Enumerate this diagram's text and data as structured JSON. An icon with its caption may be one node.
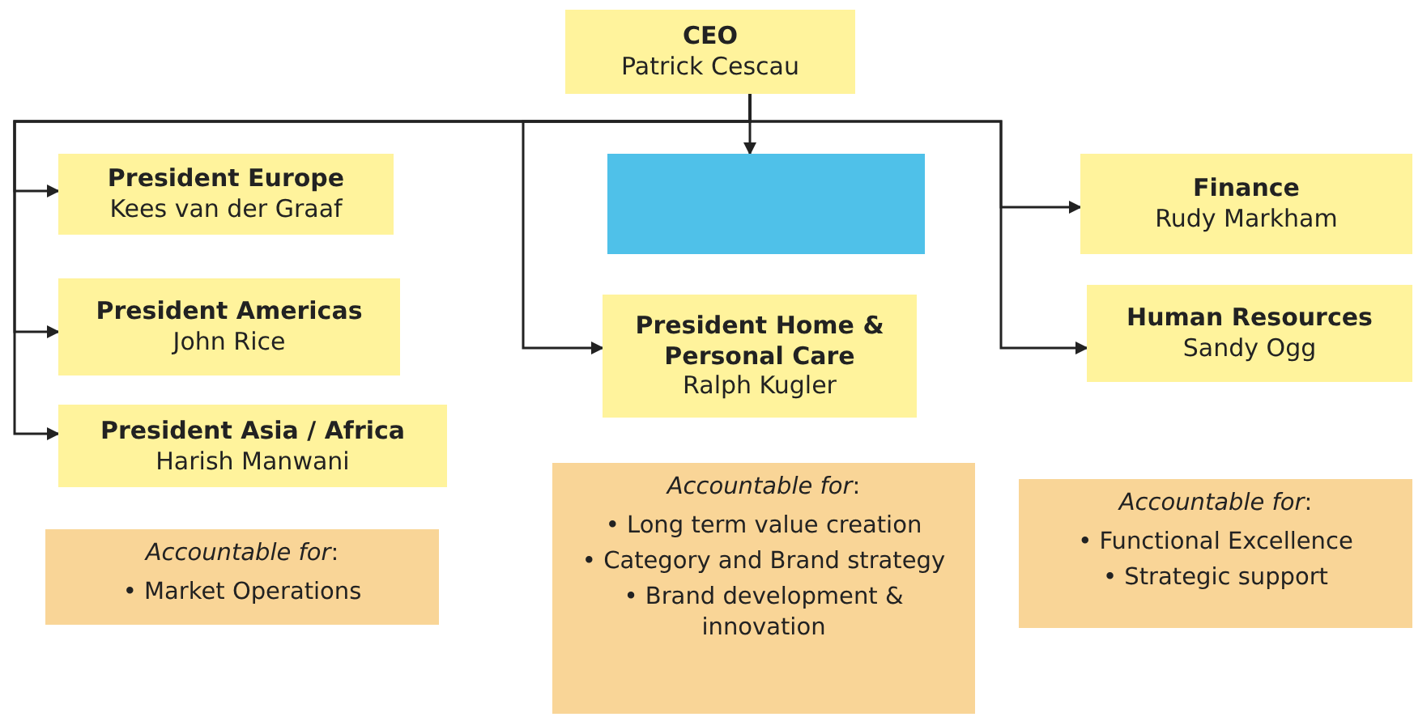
{
  "diagram": {
    "nodes": [
      {
        "text": [
          "CEO",
          "Patrick Cescau"
        ]
      },
      {
        "text": [
          "President Europe",
          "Kees van der Graaf"
        ]
      },
      {
        "text": [
          "President Americas",
          "John Rice"
        ]
      },
      {
        "text": [
          "President Asia / Africa",
          "Harish Manwani"
        ]
      },
      {
        "text": [],
        "shape": "box"
      },
      {
        "text": [
          "President Home & Personal Care",
          "Ralph Kugler"
        ]
      },
      {
        "text": [
          "Finance",
          "Rudy Markham"
        ]
      },
      {
        "text": [
          "Human Resources",
          "Sandy Ogg"
        ]
      },
      {
        "text": [
          "*Accountable for*:",
          "• Market Operations"
        ]
      },
      {
        "text": [
          "*Accountable for*:",
          "• Long term value creation",
          "• Category and Brand strategy",
          "• Brand development & innovation"
        ]
      },
      {
        "text": [
          "*Accountable for*:",
          "• Functional Excellence",
          "• Strategic support"
        ]
      }
    ],
    "edges": [
      {
        "from": 0,
        "to": 1,
        "arrow": "to"
      },
      {
        "from": 0,
        "to": 2,
        "arrow": "to"
      },
      {
        "from": 0,
        "to": 3,
        "arrow": "to"
      },
      {
        "from": 0,
        "to": 4,
        "arrow": "to"
      },
      {
        "from": 0,
        "to": 5,
        "arrow": "to"
      },
      {
        "from": 0,
        "to": 6,
        "arrow": "to"
      },
      {
        "from": 0,
        "to": 7,
        "arrow": "to"
      }
    ]
  }
}
